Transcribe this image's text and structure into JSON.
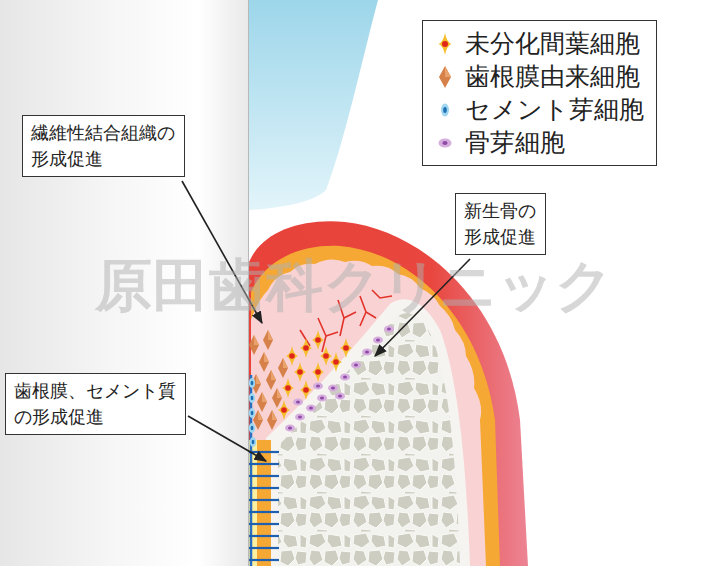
{
  "diagram": {
    "nodes": [
      {
        "text": [
          "繊維性結合組織の形成促進"
        ]
      },
      {
        "text": [
          "新生骨の形成促進"
        ]
      },
      {
        "text": [
          "歯根膜、セメント質の形成促進"
        ]
      }
    ],
    "labels": [
      "原田歯科クリニック"
    ],
    "legend": [
      {
        "text": "未分化間葉細胞"
      },
      {
        "text": "歯根膜由来細胞"
      },
      {
        "text": "セメント芽細胞"
      },
      {
        "text": "骨芽細胞"
      }
    ]
  }
}
